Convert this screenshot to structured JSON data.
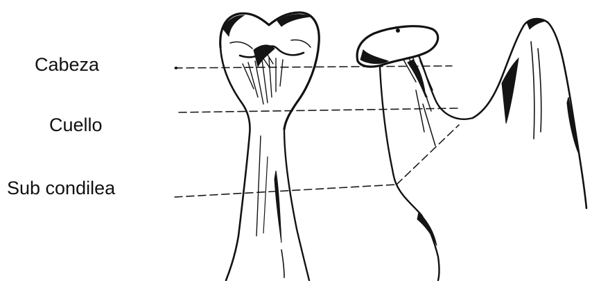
{
  "labels": {
    "head": "Cabeza",
    "neck": "Cuello",
    "subcondylar": "Sub condilea"
  },
  "colors": {
    "ink": "#121212",
    "background": "#ffffff"
  }
}
